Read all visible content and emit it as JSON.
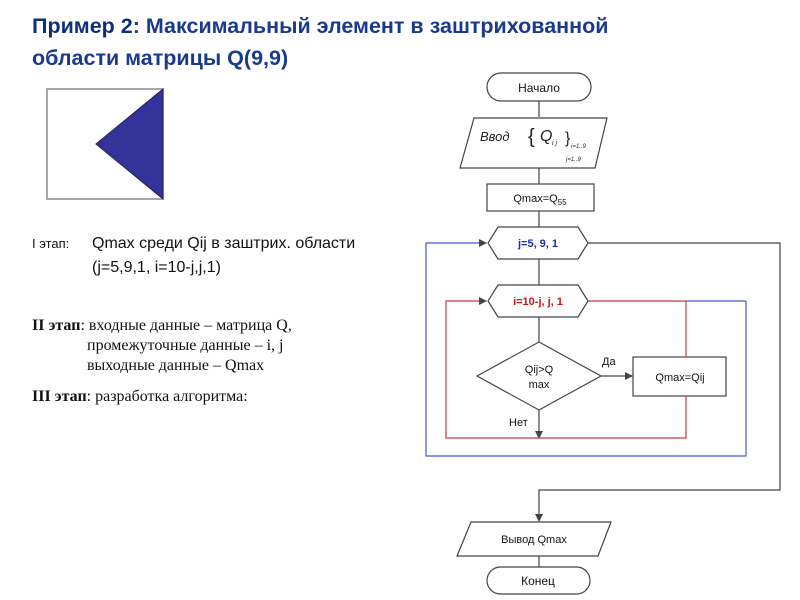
{
  "title": {
    "label": "Пример 2",
    "colon": ":",
    "text_line1": " Максимальный элемент в заштрихованной",
    "text_line2": "области матрицы Q(9,9)"
  },
  "stage1": {
    "label": "I этап:",
    "line1": "Qmax среди Qij в заштрих. области",
    "line2": "(j=5,9,1,  i=10-j,j,1)"
  },
  "stage2": {
    "label": "II этап",
    "line1": ": входные данные – матрица Q,",
    "line2": "промежуточные данные – i, j",
    "line3": "выходные данные – Qmax"
  },
  "stage3": {
    "label": "III этап",
    "text": ": разработка алгоритма:"
  },
  "flowchart": {
    "start": "Начало",
    "input_word": "Ввод",
    "input_var": "Q",
    "input_sub": "i j",
    "input_range_i": "i=1..9",
    "input_range_j": "j=1..9",
    "init": "Qmax=Q",
    "init_sub": "55",
    "loop_j": "j=5, 9, 1",
    "loop_i": "i=10-j, j, 1",
    "cond_line1": "Qij>Q",
    "cond_line2": "max",
    "yes": "Да",
    "no": "Нет",
    "assign": "Qmax=Qij",
    "output": "Вывод Qmax",
    "end": "Конец"
  },
  "colors": {
    "title": "#1a3a8c",
    "triangle_fill": "#33339a",
    "loop_j_outline": "#4a56c8",
    "loop_i_outline": "#c83a3a",
    "loop_j_text": "#1f2fa8",
    "loop_i_text": "#c01818",
    "shape_stroke": "#444444"
  }
}
